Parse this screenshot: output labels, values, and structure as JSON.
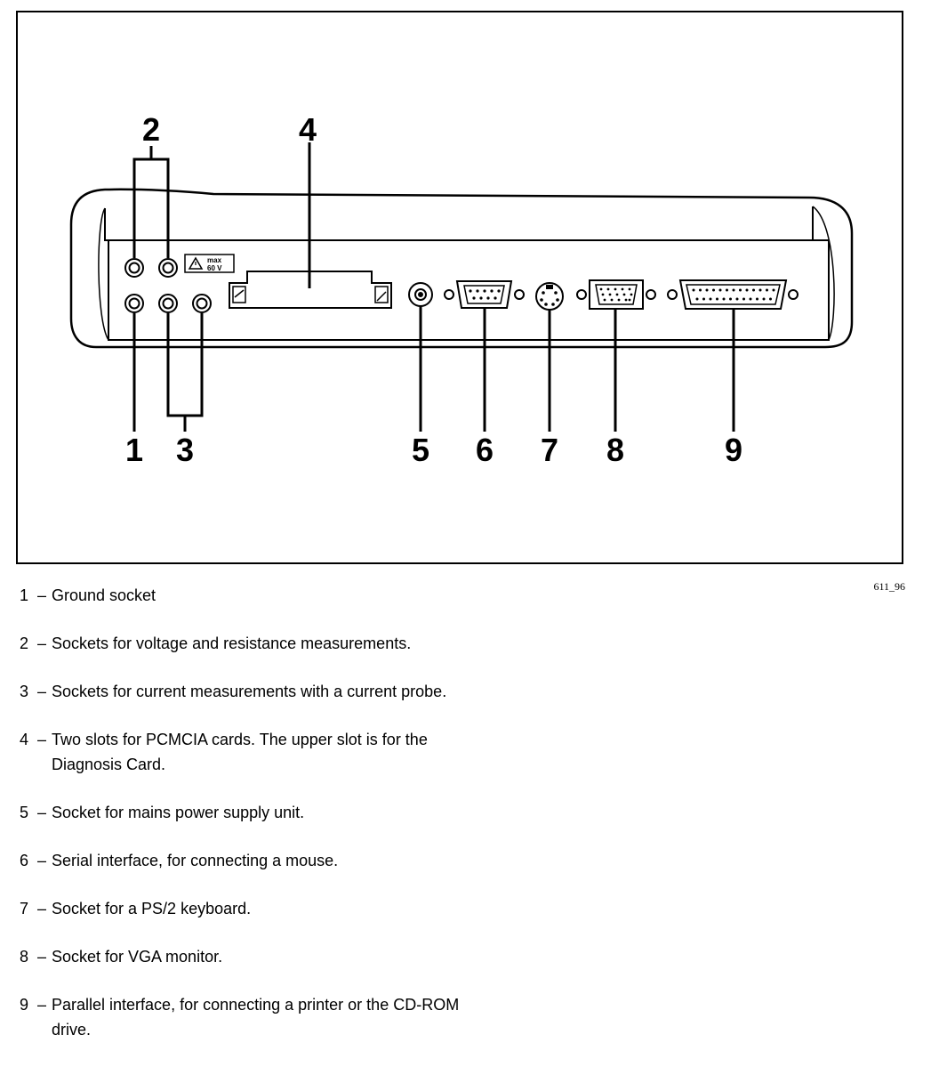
{
  "figure": {
    "callouts": [
      "1",
      "2",
      "3",
      "4",
      "5",
      "6",
      "7",
      "8",
      "9"
    ],
    "warning_label": {
      "line1": "max",
      "line2": "60 V"
    },
    "reference": "611_96"
  },
  "legend": [
    {
      "number": "1",
      "dash": "–",
      "text": "Ground socket"
    },
    {
      "number": "2",
      "dash": "–",
      "text": "Sockets for voltage and resistance measurements."
    },
    {
      "number": "3",
      "dash": "–",
      "text": "Sockets for current measurements with a current probe."
    },
    {
      "number": "4",
      "dash": "–",
      "text": "Two slots for PCMCIA cards. The upper slot is for the Diagnosis Card."
    },
    {
      "number": "5",
      "dash": "–",
      "text": "Socket for mains power supply unit."
    },
    {
      "number": "6",
      "dash": "–",
      "text": "Serial interface, for connecting a mouse."
    },
    {
      "number": "7",
      "dash": "–",
      "text": "Socket for a PS/2 keyboard."
    },
    {
      "number": "8",
      "dash": "–",
      "text": "Socket for VGA monitor."
    },
    {
      "number": "9",
      "dash": "–",
      "text": "Parallel interface, for connecting a printer or the CD-ROM drive."
    }
  ]
}
